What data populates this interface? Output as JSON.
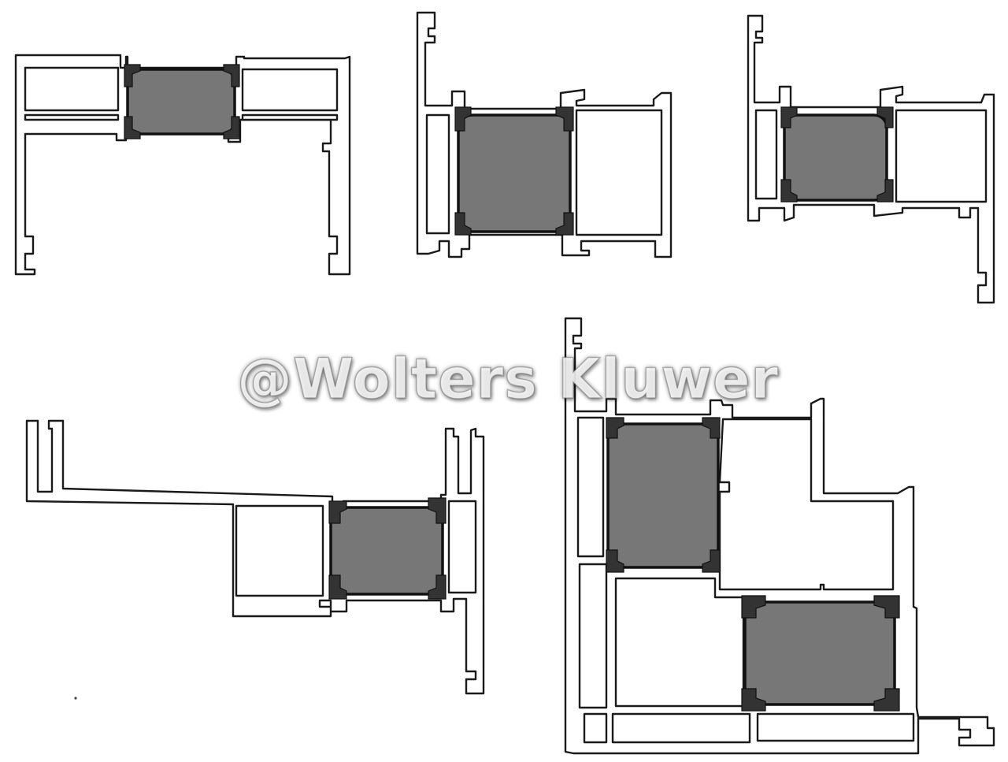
{
  "watermark": {
    "text": "@Wolters Kluwer"
  },
  "colors": {
    "background": "#ffffff",
    "outline": "#1a1a1a",
    "glazing_fill": "#777777",
    "gasket": "#333333"
  },
  "sections": [
    {
      "id": "section-1",
      "glazing_units": 1
    },
    {
      "id": "section-2",
      "glazing_units": 1
    },
    {
      "id": "section-3",
      "glazing_units": 1
    },
    {
      "id": "section-4",
      "glazing_units": 1
    },
    {
      "id": "section-5",
      "glazing_units": 2
    }
  ]
}
